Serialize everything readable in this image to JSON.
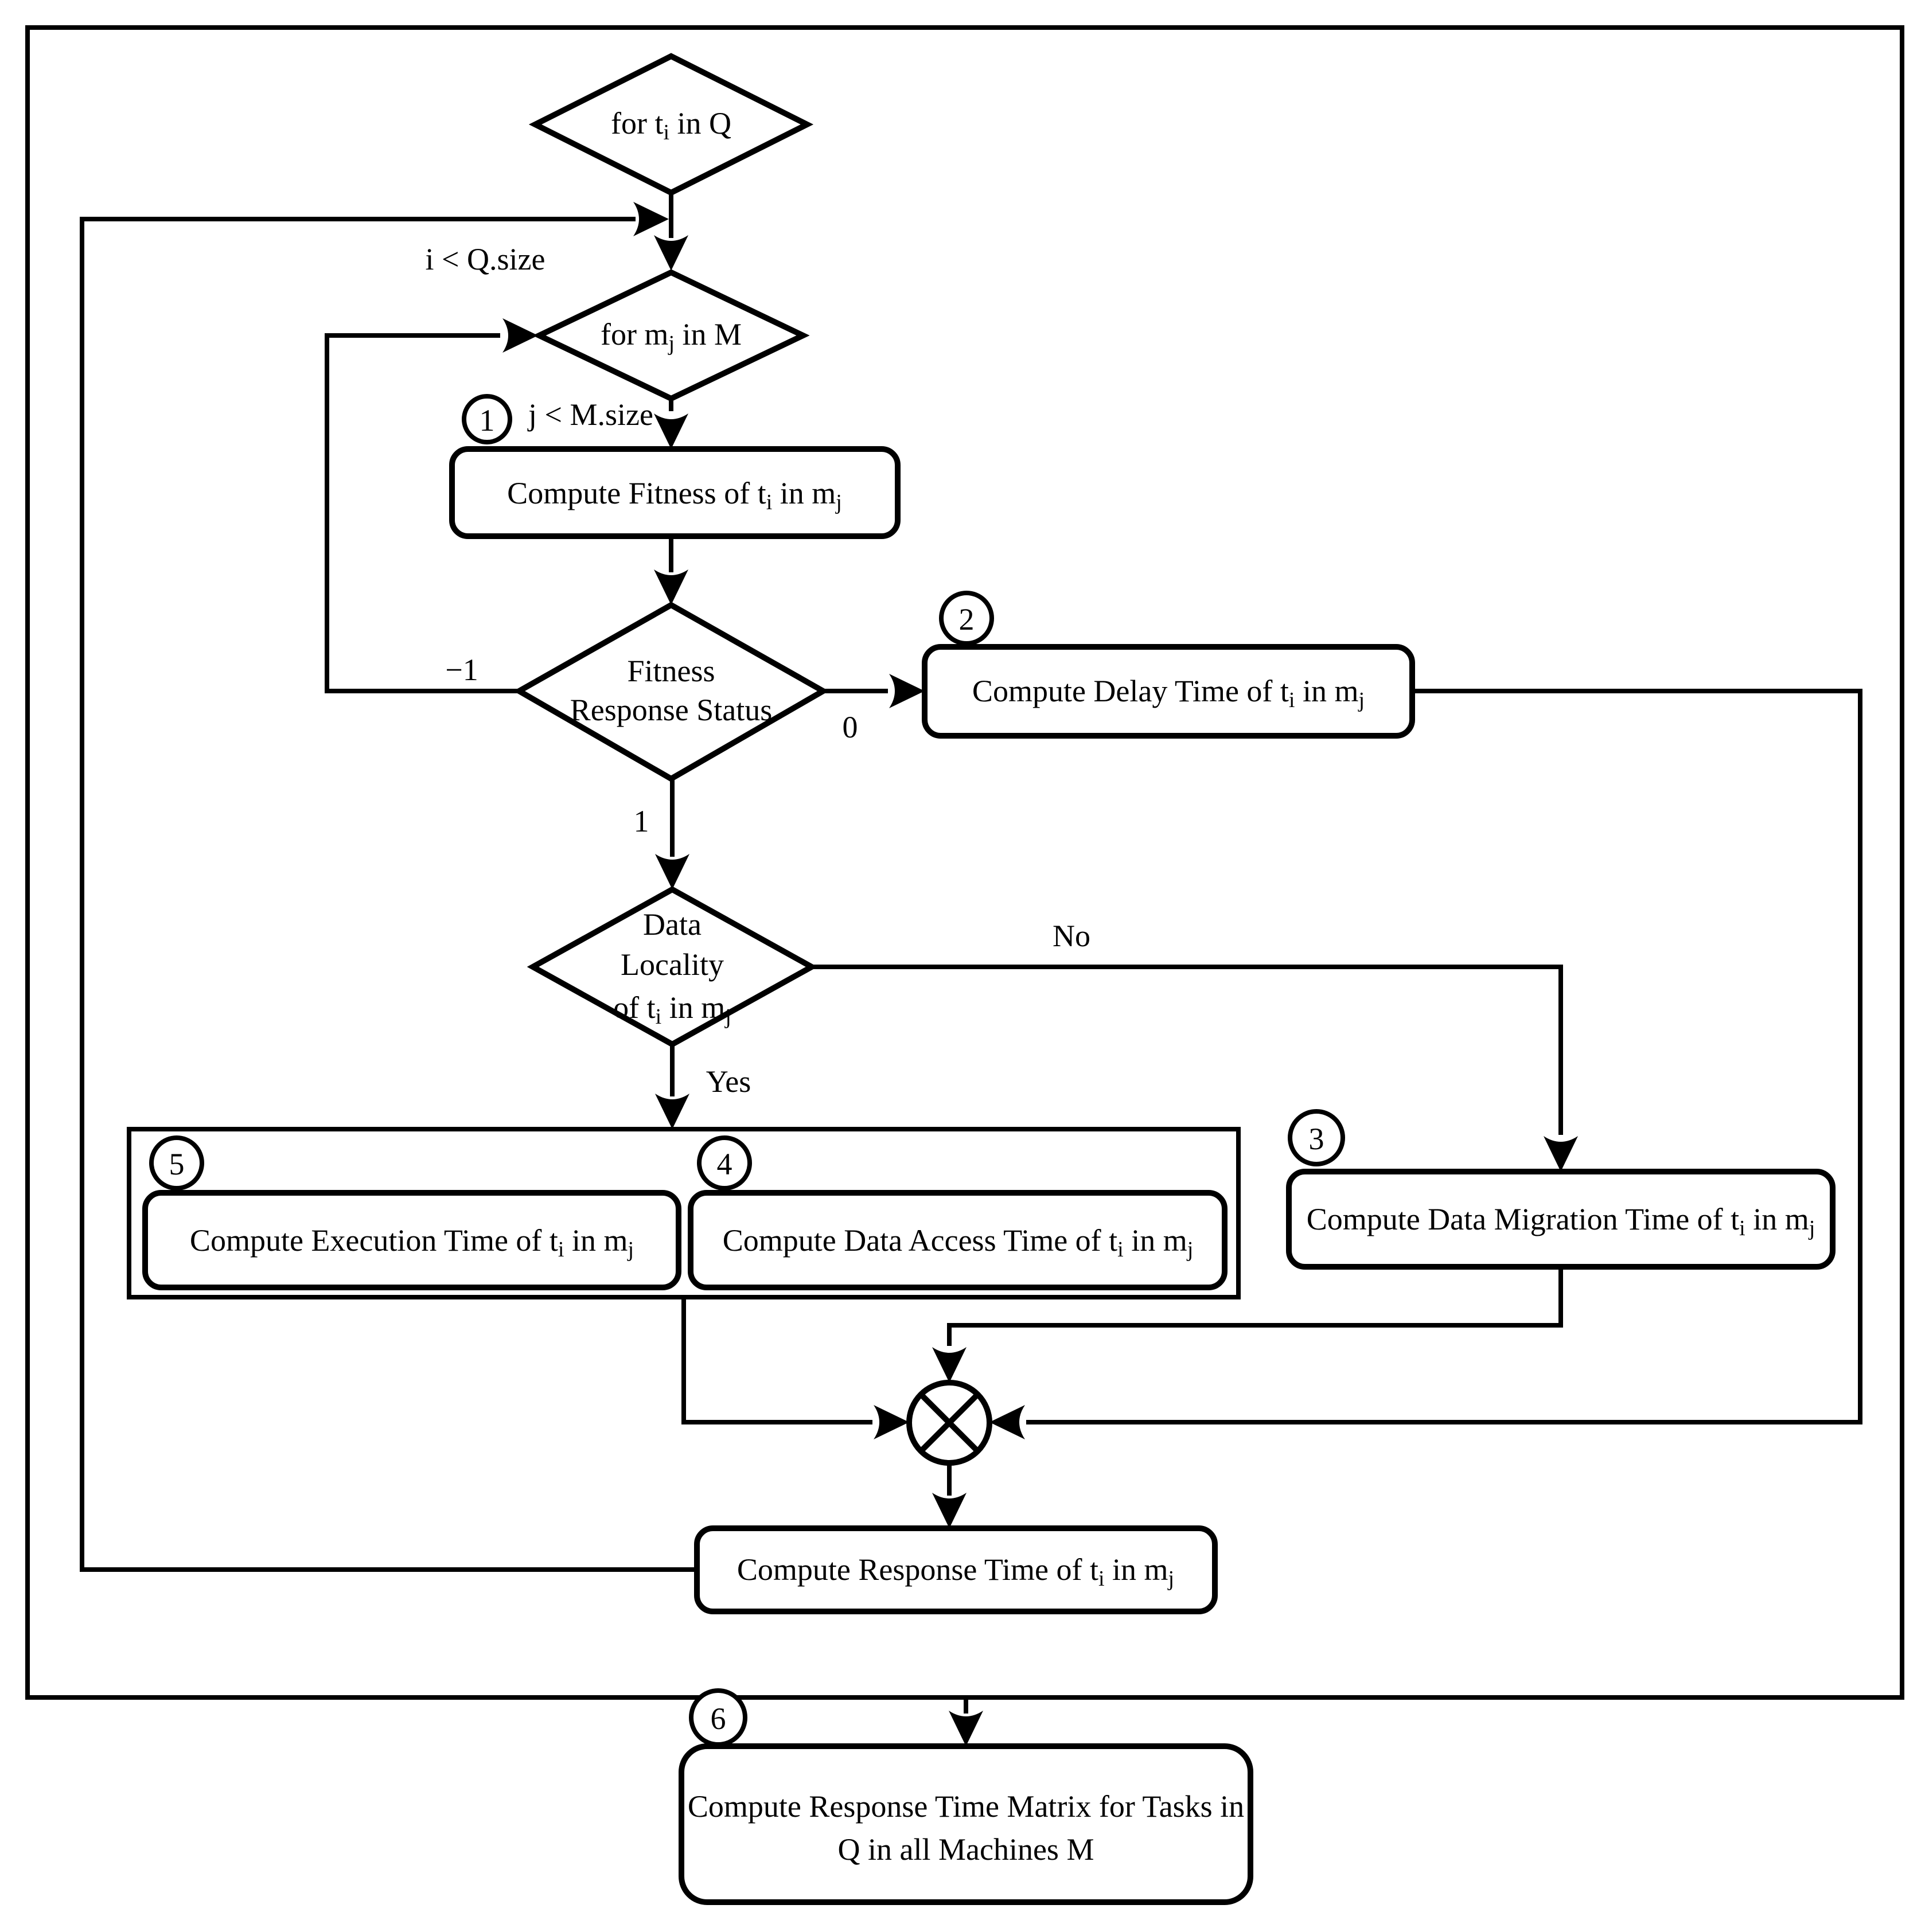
{
  "meta": {
    "background_color": "#ffffff",
    "ink_color": "#000000",
    "figure_type": "flowchart"
  },
  "nodes": {
    "loop_tasks": {
      "label": "for t_i in Q"
    },
    "loop_machines": {
      "label": "for m_j in M"
    },
    "compute_fitness": {
      "step": "1",
      "label": "Compute Fitness of t_i in m_j"
    },
    "fitness_status": {
      "lines": [
        "Fitness",
        "Response Status"
      ]
    },
    "compute_delay": {
      "step": "2",
      "label": "Compute Delay Time of t_i in m_j"
    },
    "data_locality": {
      "lines": [
        "Data",
        "Locality",
        "of t_i in m_j"
      ]
    },
    "compute_execution": {
      "step": "5",
      "label": "Compute Execution Time of t_i in m_j"
    },
    "compute_data_access": {
      "step": "4",
      "label": "Compute Data Access Time of t_i in m_j"
    },
    "compute_migration": {
      "step": "3",
      "label": "Compute Data Migration Time of t_i in m_j"
    },
    "compute_response": {
      "label": "Compute Response Time of t_i in m_j"
    },
    "compute_matrix": {
      "step": "6",
      "lines": [
        "Compute Response Time Matrix for Tasks in",
        "Q in all Machines M"
      ]
    }
  },
  "edges": {
    "i_lt_qsize": "i < Q.size",
    "j_lt_msize": "j < M.size",
    "minus_one": "−1",
    "zero": "0",
    "one": "1",
    "no": "No",
    "yes": "Yes"
  }
}
